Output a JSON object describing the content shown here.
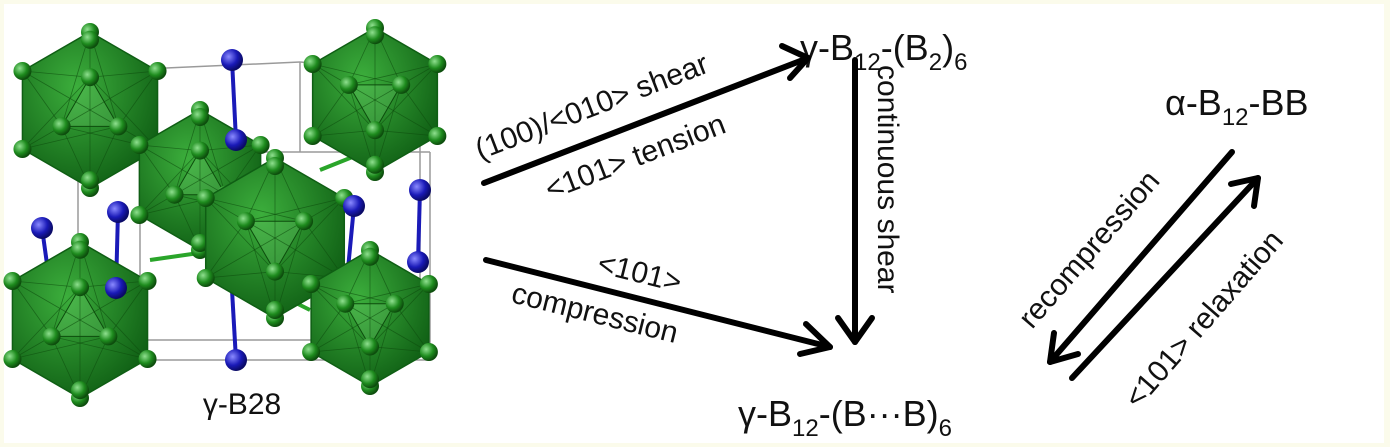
{
  "structure": {
    "label": "γ-B28",
    "icosahedron_color": "#1e8c1e",
    "icosahedron_dark": "#0f5e14",
    "pair_atom_color": "#1a1ab8",
    "cell_line_color": "#9a9a9a"
  },
  "phases": {
    "gamma_b2": {
      "prefix": "γ-B",
      "sub1": "12",
      "mid": "-(B",
      "sub2": "2",
      "suffix": ")",
      "sub3": "6"
    },
    "gamma_bb": {
      "prefix": "γ-B",
      "sub1": "12",
      "mid": "-(B···B)",
      "sub2": "6"
    },
    "alpha": {
      "prefix": "α-B",
      "sub1": "12",
      "suffix": "-BB"
    }
  },
  "transitions": {
    "shear_line1": "(100)/<010> shear",
    "shear_line2": "<101> tension",
    "compression_line1": "<101>",
    "compression_line2": "compression",
    "continuous": "continuous shear",
    "recompression": "recompression",
    "relaxation": "<101> relaxation"
  },
  "arrow_color": "#000000"
}
